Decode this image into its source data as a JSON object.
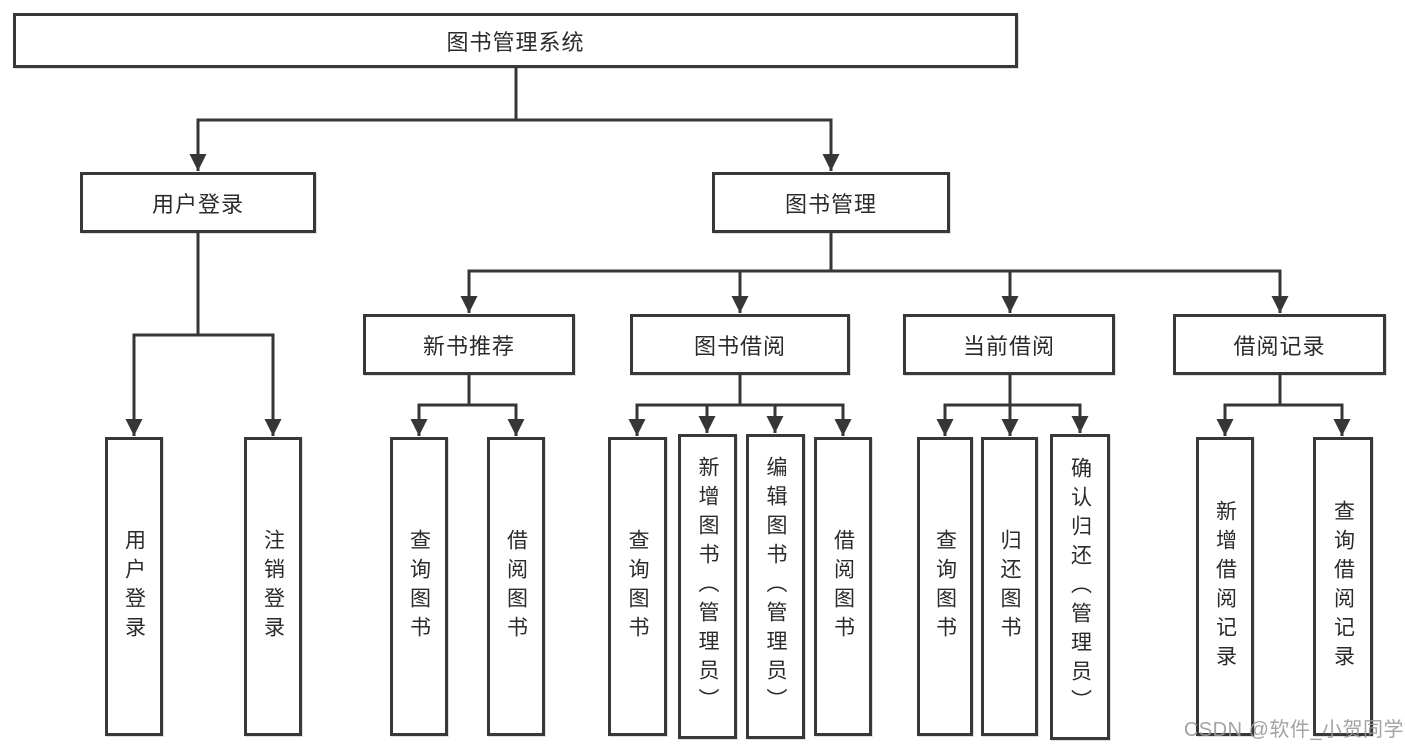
{
  "tree": {
    "label": "图书管理系统",
    "children": [
      {
        "label": "用户登录",
        "children": [
          {
            "label": "用户登录"
          },
          {
            "label": "注销登录"
          }
        ]
      },
      {
        "label": "图书管理",
        "children": [
          {
            "label": "新书推荐",
            "children": [
              {
                "label": "查询图书"
              },
              {
                "label": "借阅图书"
              }
            ]
          },
          {
            "label": "图书借阅",
            "children": [
              {
                "label": "查询图书"
              },
              {
                "label": "新增图书（管理员）"
              },
              {
                "label": "编辑图书（管理员）"
              },
              {
                "label": "借阅图书"
              }
            ]
          },
          {
            "label": "当前借阅",
            "children": [
              {
                "label": "查询图书"
              },
              {
                "label": "归还图书"
              },
              {
                "label": "确认归还（管理员）"
              }
            ]
          },
          {
            "label": "借阅记录",
            "children": [
              {
                "label": "新增借阅记录"
              },
              {
                "label": "查询借阅记录"
              }
            ]
          }
        ]
      }
    ]
  },
  "watermark": {
    "text": "CSDN @软件_小贺同学"
  },
  "colors": {
    "line": "#363636",
    "box_border": "#383838",
    "text": "#2b2b2b",
    "watermark": "#9a9a9a",
    "background": "#ffffff"
  }
}
